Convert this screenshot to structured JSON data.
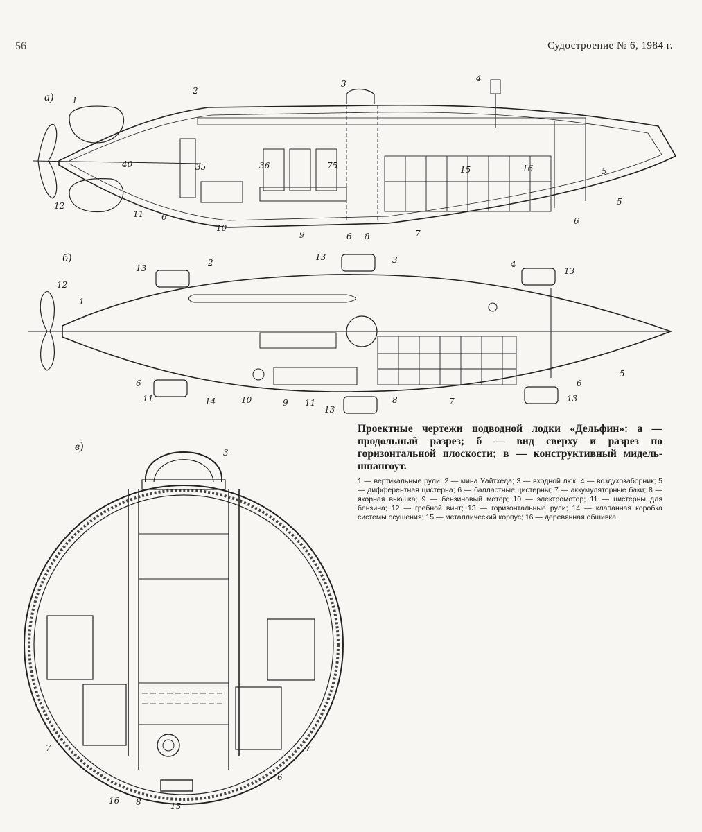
{
  "header": {
    "page_number": "56",
    "journal": "Судостроение № 6, 1984 г."
  },
  "figures": {
    "a_label": "а)",
    "b_label": "б)",
    "v_label": "в)"
  },
  "annotations_a": [
    "1",
    "2",
    "3",
    "4",
    "35",
    "40",
    "36",
    "75",
    "15",
    "16",
    "5",
    "5",
    "12",
    "11",
    "6",
    "10",
    "9",
    "6",
    "8",
    "7",
    "6"
  ],
  "annotations_b": [
    "12",
    "1",
    "13",
    "2",
    "13",
    "3",
    "4",
    "13",
    "6",
    "11",
    "14",
    "10",
    "9",
    "11",
    "13",
    "8",
    "7",
    "6",
    "13",
    "5"
  ],
  "annotations_v": [
    "3",
    "7",
    "7",
    "16",
    "8",
    "15",
    "6"
  ],
  "caption": {
    "title": "Проектные чертежи подводной лодки «Дельфин»: а — продольный разрез; б — вид сверху и разрез по горизонтальной плоскости; в — конструктивный мидель-шпангоут.",
    "legend": "1 — вертикальные рули; 2 — мина Уайтхеда; 3 — входной люк; 4 — воздухозаборник; 5 — дифферентная цистерна; 6 — балластные цистерны; 7 — аккумуляторные баки; 8 — якорная вьюшка; 9 — бензиновый мотор; 10 — электромотор; 11 — цистерны для бензина; 12 — гребной винт; 13 — горизонтальные рули; 14 — клапанная коробка системы осушения; 15 — металлический корпус; 16 — деревянная обшивка"
  }
}
